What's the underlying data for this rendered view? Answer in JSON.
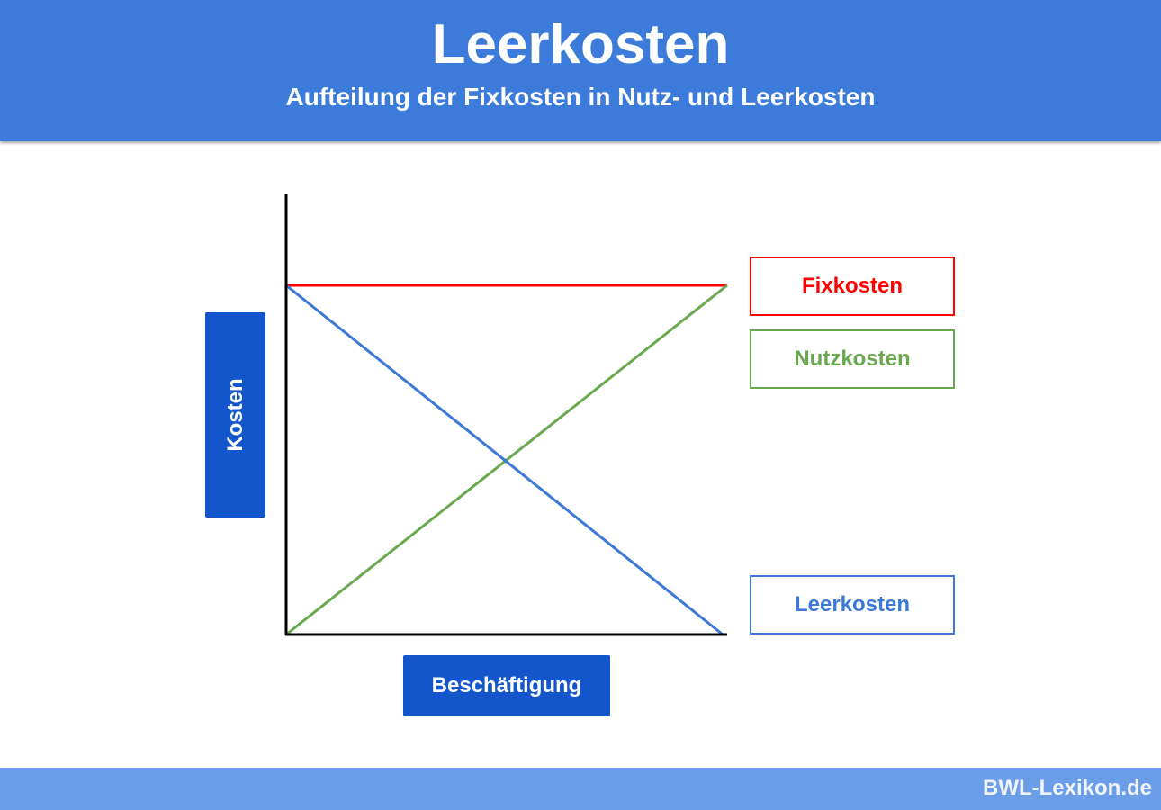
{
  "header": {
    "title": "Leerkosten",
    "subtitle": "Aufteilung der Fixkosten in Nutz- und Leerkosten"
  },
  "footer": {
    "brand": "BWL-Lexikon.de"
  },
  "chart_data": {
    "type": "line",
    "xlabel": "Beschäftigung",
    "ylabel": "Kosten",
    "xlim": [
      0,
      1
    ],
    "ylim": [
      0,
      1.26
    ],
    "grid": false,
    "legend_placement": "right",
    "series": [
      {
        "name": "Fixkosten",
        "color": "#ff0000",
        "x": [
          0,
          1
        ],
        "y": [
          1,
          1
        ]
      },
      {
        "name": "Nutzkosten",
        "color": "#6aa84f",
        "x": [
          0,
          1
        ],
        "y": [
          0,
          1
        ]
      },
      {
        "name": "Leerkosten",
        "color": "#3c78d8",
        "x": [
          0,
          0.99
        ],
        "y": [
          1,
          0
        ]
      }
    ]
  }
}
